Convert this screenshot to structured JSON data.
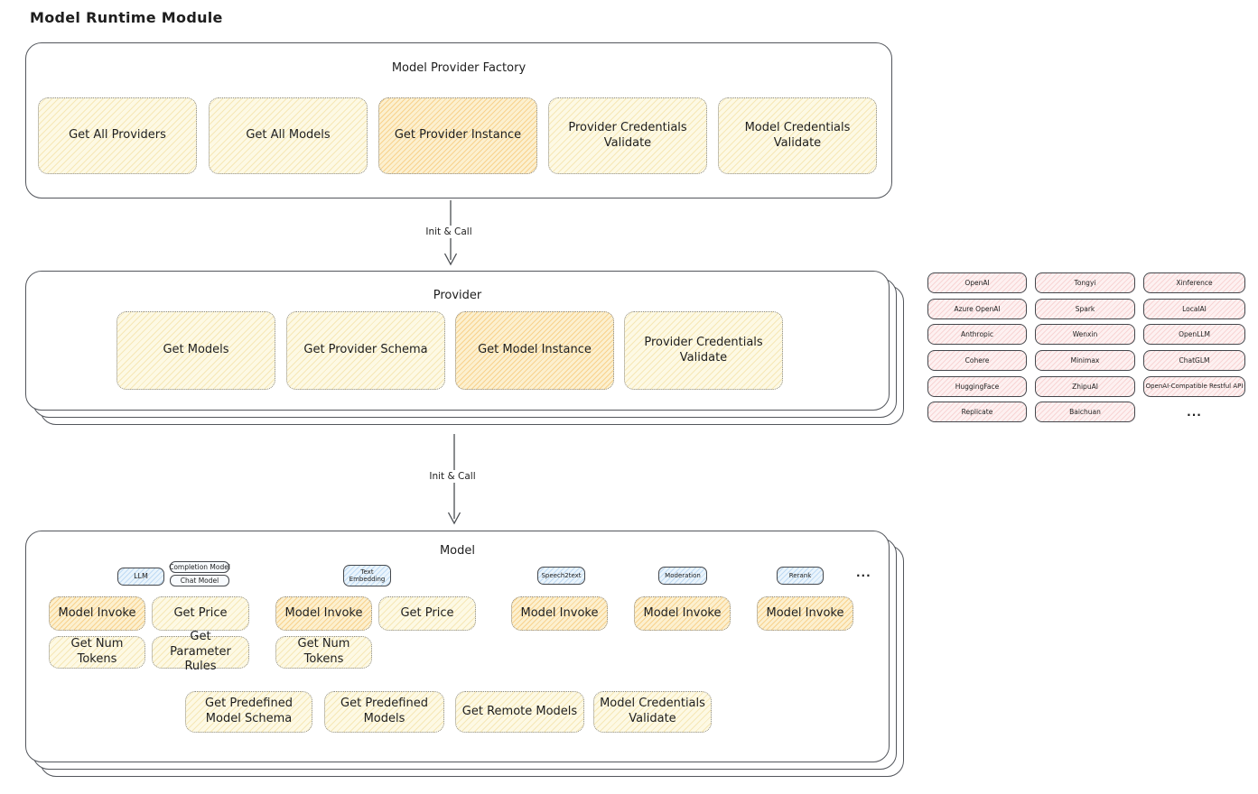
{
  "page": {
    "title": "Model Runtime Module"
  },
  "factory": {
    "title": "Model Provider Factory",
    "boxes": [
      "Get All Providers",
      "Get All Models",
      "Get Provider Instance",
      "Provider Credentials Validate",
      "Model Credentials Validate"
    ]
  },
  "arrows": [
    {
      "label": "Init & Call"
    },
    {
      "label": "Init & Call"
    }
  ],
  "provider": {
    "title": "Provider",
    "boxes": [
      "Get Models",
      "Get Provider Schema",
      "Get Model Instance",
      "Provider Credentials Validate"
    ]
  },
  "providers_panel": {
    "rows": [
      [
        "OpenAI",
        "Tongyi",
        "Xinference"
      ],
      [
        "Azure OpenAI",
        "Spark",
        "LocalAI"
      ],
      [
        "Anthropic",
        "Wenxin",
        "OpenLLM"
      ],
      [
        "Cohere",
        "Minimax",
        "ChatGLM"
      ],
      [
        "HuggingFace",
        "ZhipuAI",
        "OpenAI-Compatible Restful API"
      ],
      [
        "Replicate",
        "Baichuan"
      ]
    ],
    "more_label": "..."
  },
  "model": {
    "title": "Model",
    "groups": [
      {
        "tags": [
          "LLM",
          "Completion Model",
          "Chat Model"
        ],
        "functions": [
          "Model Invoke",
          "Get Price",
          "Get Num Tokens",
          "Get Parameter Rules"
        ]
      },
      {
        "tags": [
          "Text Embedding"
        ],
        "functions": [
          "Model Invoke",
          "Get Price",
          "Get Num Tokens"
        ]
      },
      {
        "tags": [
          "Speech2text"
        ],
        "functions": [
          "Model Invoke"
        ]
      },
      {
        "tags": [
          "Moderation"
        ],
        "functions": [
          "Model Invoke"
        ]
      },
      {
        "tags": [
          "Rerank"
        ],
        "functions": [
          "Model Invoke"
        ]
      }
    ],
    "more_label": "...",
    "bottom_boxes": [
      "Get Predefined Model Schema",
      "Get Predefined Models",
      "Get Remote Models",
      "Model Credentials Validate"
    ]
  },
  "colors": {
    "ink": "#1e1e1e",
    "yellow_fill": "#fdf9e4",
    "orange_fill": "#fcf0cf",
    "pink_fill": "#fdf1f1",
    "blue_fill": "#eaf4fc"
  }
}
